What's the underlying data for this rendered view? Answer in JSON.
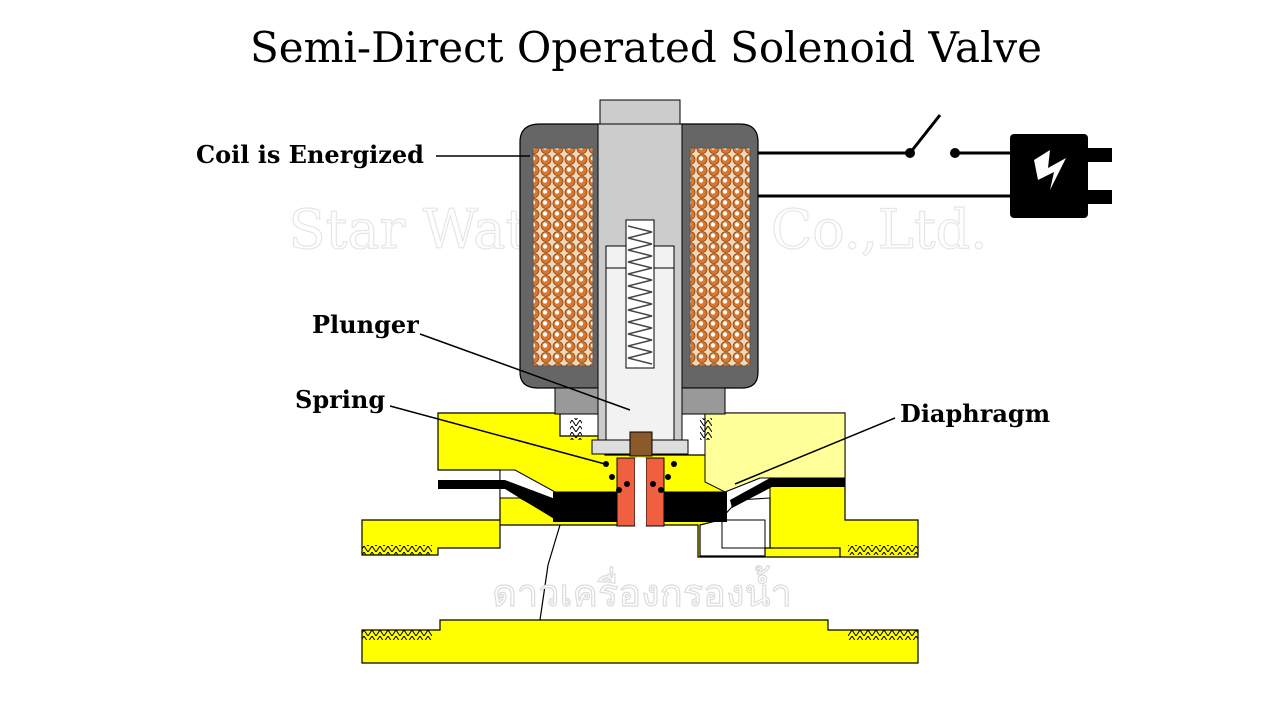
{
  "title": "Semi-Direct Operated Solenoid Valve",
  "labels": {
    "coil": "Coil is Energized",
    "plunger": "Plunger",
    "spring": "Spring",
    "diaphragm": "Diaphragm"
  },
  "watermarks": {
    "company": "Star Water Filter Co.,Ltd.",
    "thai": "ดาวเครื่องกรองน้ำ"
  },
  "colors": {
    "body": "#ffff00",
    "coil_housing": "#666666",
    "copper": "#d9772f",
    "tube": "#cccccc",
    "plunger": "#f2f2f2",
    "diaphragm": "#000000",
    "pilot": "#f06040",
    "plunger_tip": "#8b5a2b"
  },
  "icons": {
    "plug": "power-plug-icon",
    "switch": "switch-icon"
  }
}
